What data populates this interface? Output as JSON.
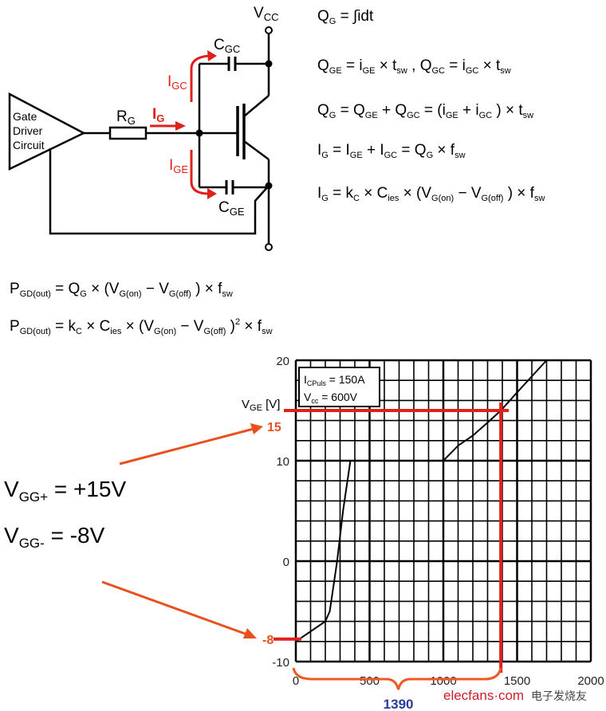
{
  "circuit": {
    "driver_label": [
      "Gate",
      "Driver",
      "Circuit"
    ],
    "resistor": {
      "main": "R",
      "sub": "G"
    },
    "vcc": {
      "main": "V",
      "sub": "CC"
    },
    "cgc": {
      "main": "C",
      "sub": "GC"
    },
    "cge": {
      "main": "C",
      "sub": "GE"
    },
    "ig": {
      "main": "I",
      "sub": "G"
    },
    "igc": {
      "main": "I",
      "sub": "GC"
    },
    "ige": {
      "main": "I",
      "sub": "GE"
    },
    "current_color": "#e0201b"
  },
  "equations": [
    [
      {
        "t": "Q"
      },
      {
        "s": "G"
      },
      {
        "t": " = ∫idt"
      }
    ],
    [
      {
        "t": "Q"
      },
      {
        "s": "GE"
      },
      {
        "t": " = i"
      },
      {
        "s": "GE"
      },
      {
        "t": " × t"
      },
      {
        "s": "sw"
      },
      {
        "t": " ,  Q"
      },
      {
        "s": "GC"
      },
      {
        "t": " = i"
      },
      {
        "s": "GC"
      },
      {
        "t": " × t"
      },
      {
        "s": "sw"
      }
    ],
    [
      {
        "t": "Q"
      },
      {
        "s": "G"
      },
      {
        "t": " = Q"
      },
      {
        "s": "GE"
      },
      {
        "t": " + Q"
      },
      {
        "s": "GC"
      },
      {
        "t": " = (i"
      },
      {
        "s": "GE"
      },
      {
        "t": " + i"
      },
      {
        "s": "GC"
      },
      {
        "t": " ) × t"
      },
      {
        "s": "sw"
      }
    ],
    [
      {
        "t": "I"
      },
      {
        "s": "G"
      },
      {
        "t": " = I"
      },
      {
        "s": "GE"
      },
      {
        "t": " + I"
      },
      {
        "s": "GC"
      },
      {
        "t": " = Q"
      },
      {
        "s": "G"
      },
      {
        "t": " × f"
      },
      {
        "s": "sw"
      }
    ],
    [
      {
        "t": "I"
      },
      {
        "s": "G"
      },
      {
        "t": " = k"
      },
      {
        "s": "C"
      },
      {
        "t": " × C"
      },
      {
        "s": "ies"
      },
      {
        "t": " × (V"
      },
      {
        "s": "G(on)"
      },
      {
        "t": " − V"
      },
      {
        "s": "G(off)"
      },
      {
        "t": " ) × f"
      },
      {
        "s": "sw"
      }
    ]
  ],
  "power_equations": [
    [
      {
        "t": "P"
      },
      {
        "s": "GD(out)"
      },
      {
        "t": " = Q"
      },
      {
        "s": "G"
      },
      {
        "t": " × (V"
      },
      {
        "s": "G(on)"
      },
      {
        "t": " − V"
      },
      {
        "s": "G(off)"
      },
      {
        "t": " ) × f"
      },
      {
        "s": "sw"
      }
    ],
    [
      {
        "t": "P"
      },
      {
        "s": "GD(out)"
      },
      {
        "t": " = k"
      },
      {
        "s": "C"
      },
      {
        "t": " × C"
      },
      {
        "s": "ies"
      },
      {
        "t": " × (V"
      },
      {
        "s": "G(on)"
      },
      {
        "t": " − V"
      },
      {
        "s": "G(off)"
      },
      {
        "t": " )"
      },
      {
        "p": "2"
      },
      {
        "t": " × f"
      },
      {
        "s": "sw"
      }
    ]
  ],
  "supply": {
    "vgg_plus": {
      "main": "V",
      "sub": "GG+",
      "rest": " = +15V"
    },
    "vgg_minus": {
      "main": "V",
      "sub": "GG-",
      "rest": " = -8V"
    }
  },
  "chart_data": {
    "type": "line",
    "ylabel": {
      "main": "V",
      "sub": "GE",
      "rest": " [V]"
    },
    "xlim": [
      0,
      2000
    ],
    "ylim": [
      -10,
      20
    ],
    "x_ticks": [
      "0",
      "500",
      "1000",
      "1500",
      "2000"
    ],
    "y_ticks": [
      "20",
      "10",
      "0",
      "-10"
    ],
    "grid": true,
    "x_grid_step": 100,
    "y_grid_step": 2,
    "legend_box": {
      "line1_main": "I",
      "line1_sub": "CPuls",
      "line1_rest": " = 150A",
      "line2_main": "V",
      "line2_sub": "cc",
      "line2_rest": " = 600V"
    },
    "series": [
      {
        "x": [
          0,
          200,
          230,
          280,
          320,
          370,
          1000,
          1100,
          1200,
          1300,
          1390,
          1500,
          1700
        ],
        "y": [
          -8,
          -6,
          -5,
          0,
          5,
          10,
          10,
          11.5,
          12.5,
          13.8,
          15,
          16.8,
          20
        ],
        "color": "#000000"
      }
    ],
    "annotations": {
      "marker_15": "15",
      "marker_minus8": "-8",
      "charge_value": "1390",
      "highlight_color": "#e0201b",
      "brace_color": "#f05a22",
      "value_color": "#2b3a9e",
      "target_v": 15,
      "start_v": -8,
      "target_q": 1390
    }
  },
  "watermark": {
    "site": "elecfans·com",
    "cn": "电子发烧友"
  }
}
